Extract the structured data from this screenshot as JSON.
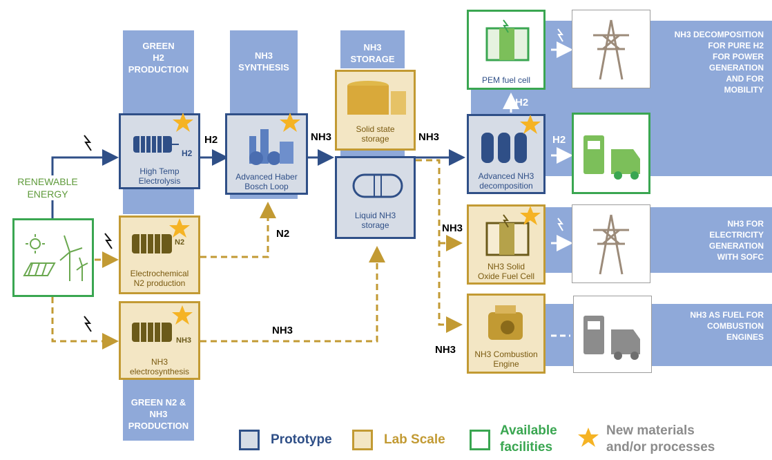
{
  "columns": {
    "green_h2": [
      "GREEN",
      "H2",
      "PRODUCTION"
    ],
    "nh3_synthesis": [
      "NH3",
      "SYNTHESIS"
    ],
    "nh3_storage": [
      "NH3",
      "STORAGE"
    ],
    "green_n2": [
      "GREEN N2 &",
      "NH3",
      "PRODUCTION"
    ]
  },
  "renewable_label": [
    "RENEWABLE",
    "ENERGY"
  ],
  "boxes": {
    "high_temp": [
      "High Temp",
      "Electrolysis"
    ],
    "haber": [
      "Advanced Haber",
      "Bosch Loop"
    ],
    "solid_storage": [
      "Solid state",
      "storage"
    ],
    "liquid_storage": [
      "Liquid NH3",
      "storage"
    ],
    "electrochem": [
      "Electrochemical",
      "N2 production"
    ],
    "electrosynthesis": [
      "NH3",
      "electrosynthesis"
    ],
    "pem": "PEM fuel cell",
    "decomposition": [
      "Advanced NH3",
      "decomposition"
    ],
    "sofc": [
      "NH3 Solid",
      "Oxide Fuel Cell"
    ],
    "combustion": [
      "NH3 Combustion",
      "Engine"
    ]
  },
  "flows": {
    "h2": "H2",
    "nh3": "NH3",
    "n2": "N2",
    "n2_chip": "N2",
    "h2_chip": "H2",
    "nh3_chip": "NH3"
  },
  "right_texts": {
    "decomp": [
      "NH3 DECOMPOSITION",
      "FOR PURE H2",
      "",
      "FOR POWER",
      "GENERATION",
      "AND FOR",
      "MOBILITY"
    ],
    "sofc": [
      "NH3 FOR",
      "ELECTRICITY",
      "GENERATION",
      "WITH SOFC"
    ],
    "fuel": [
      "NH3 AS FUEL FOR",
      "COMBUSTION",
      "ENGINES"
    ]
  },
  "legend": {
    "prototype": "Prototype",
    "lab": "Lab Scale",
    "available": [
      "Available",
      "facilities"
    ],
    "new": [
      "New materials",
      "and/or processes"
    ]
  },
  "colors": {
    "prototype": "#2f4f87",
    "lab": "#c29a33",
    "available": "#3aa651",
    "band": "#8fa9d9",
    "star": "#f5b324"
  }
}
